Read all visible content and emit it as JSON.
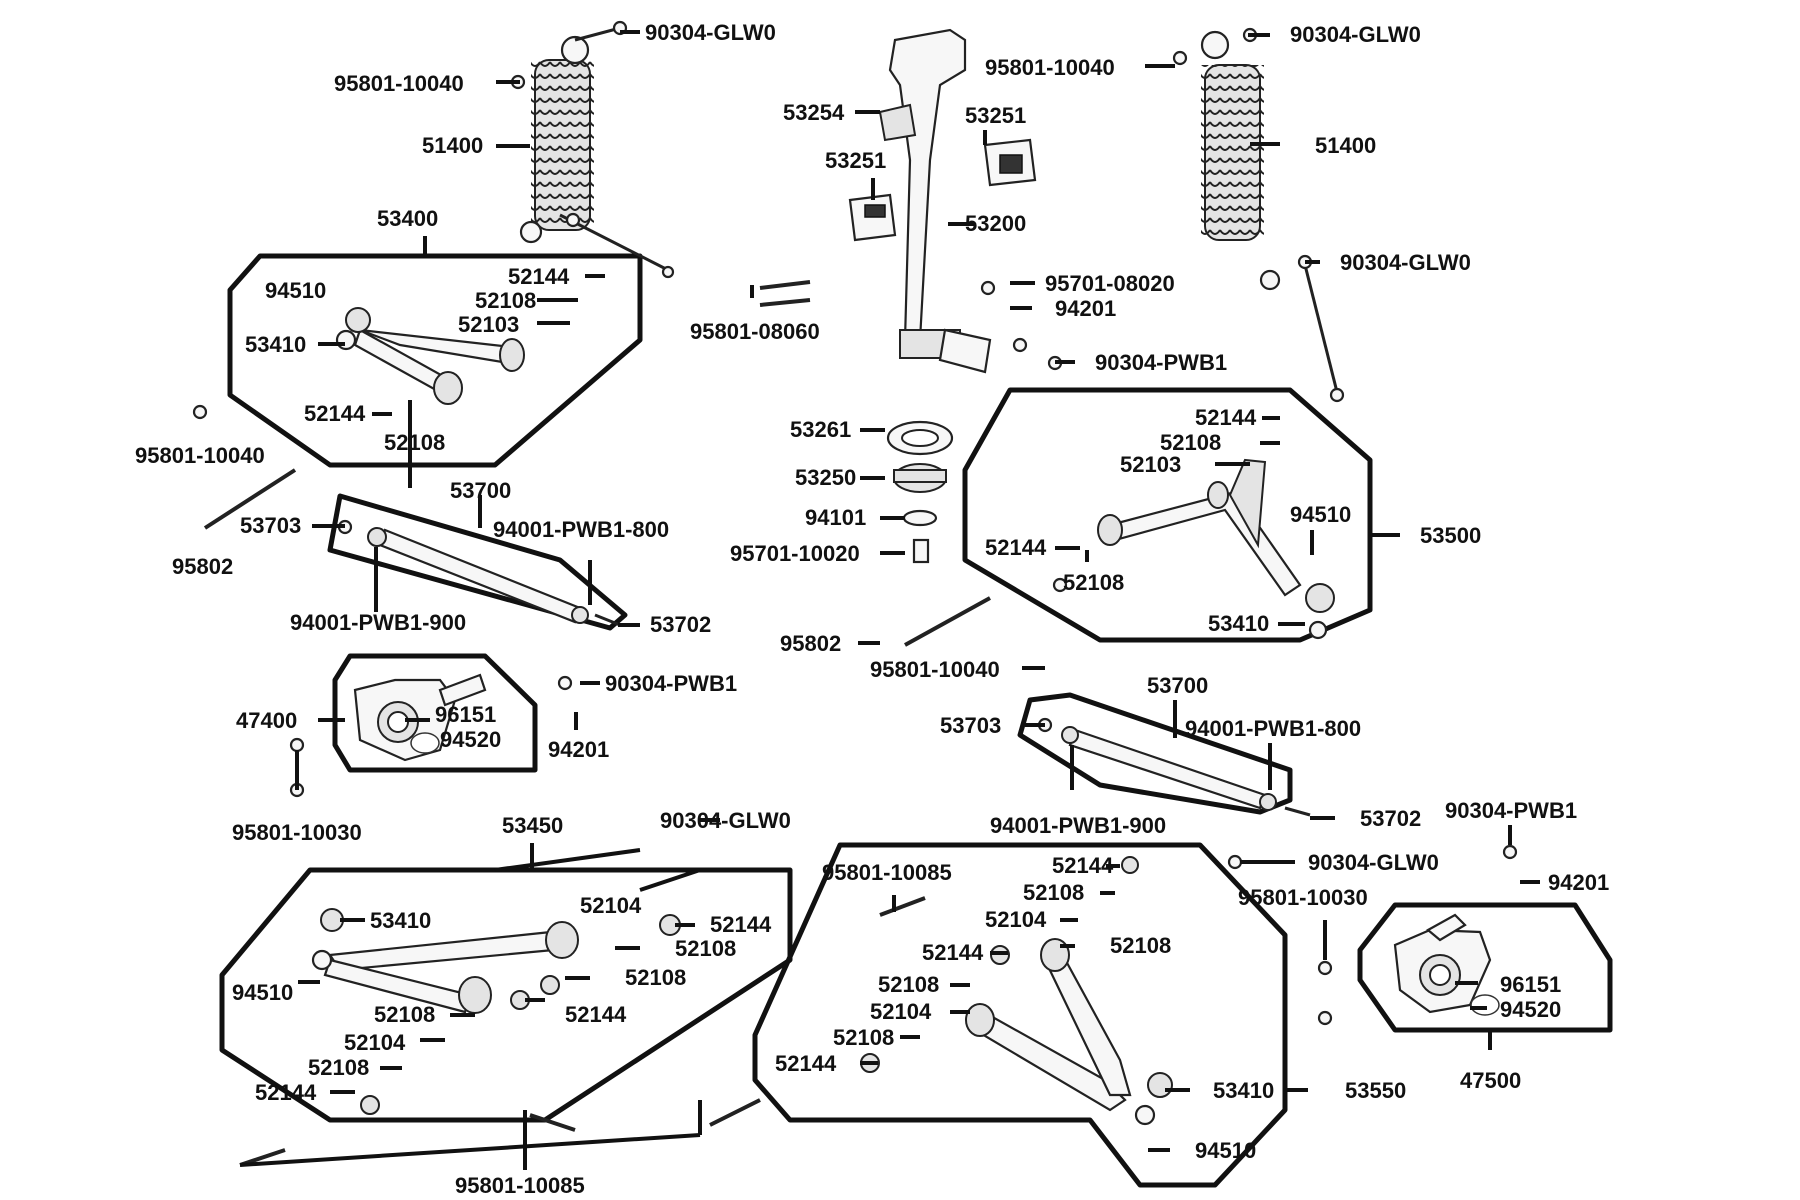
{
  "labels": {
    "l_90304glw0_a": "90304-GLW0",
    "l_95801_10040_a": "95801-10040",
    "l_51400_a": "51400",
    "l_53400": "53400",
    "l_94510_a": "94510",
    "l_52144_a": "52144",
    "l_52108_a": "52108",
    "l_52103_a": "52103",
    "l_53410_a": "53410",
    "l_52144_b": "52144",
    "l_52108_b": "52108",
    "l_95801_10040_b": "95801-10040",
    "l_53700_a": "53700",
    "l_53703_a": "53703",
    "l_94001pwb1800_a": "94001-PWB1-800",
    "l_95802_a": "95802",
    "l_94001pwb1900_a": "94001-PWB1-900",
    "l_53702_a": "53702",
    "l_47400": "47400",
    "l_96151_a": "96151",
    "l_94520_a": "94520",
    "l_90304pwb1_a": "90304-PWB1",
    "l_94201_a": "94201",
    "l_95801_10030_a": "95801-10030",
    "l_53450": "53450",
    "l_90304glw0_b": "90304-GLW0",
    "l_52104_a": "52104",
    "l_53410_b": "53410",
    "l_52144_c": "52144",
    "l_52108_c": "52108",
    "l_52108_d": "52108",
    "l_94510_b": "94510",
    "l_52108_e": "52108",
    "l_52144_d": "52144",
    "l_52104_b": "52104",
    "l_52108_f": "52108",
    "l_52144_e": "52144",
    "l_95801_10085_a": "95801-10085",
    "l_53254": "53254",
    "l_53251_a": "53251",
    "l_53251_b": "53251",
    "l_53200": "53200",
    "l_95701_08020": "95701-08020",
    "l_94201_b": "94201",
    "l_95801_08060": "95801-08060",
    "l_90304pwb1_b": "90304-PWB1",
    "l_53261": "53261",
    "l_53250": "53250",
    "l_94101": "94101",
    "l_95701_10020": "95701-10020",
    "l_95802_b": "95802",
    "l_95801_10040_c": "95801-10040",
    "l_95801_10040_d": "95801-10040",
    "l_90304glw0_c": "90304-GLW0",
    "l_51400_b": "51400",
    "l_90304glw0_d": "90304-GLW0",
    "l_52144_f": "52144",
    "l_52108_g": "52108",
    "l_52103_b": "52103",
    "l_94510_c": "94510",
    "l_53500": "53500",
    "l_52144_g": "52144",
    "l_52108_h": "52108",
    "l_53410_c": "53410",
    "l_53700_b": "53700",
    "l_53703_b": "53703",
    "l_94001pwb1800_b": "94001-PWB1-800",
    "l_94001pwb1900_b": "94001-PWB1-900",
    "l_53702_b": "53702",
    "l_90304pwb1_c": "90304-PWB1",
    "l_95801_10085_b": "95801-10085",
    "l_52144_h": "52144",
    "l_52108_i": "52108",
    "l_52104_c": "52104",
    "l_52108_j": "52108",
    "l_52144_i": "52144",
    "l_52108_k": "52108",
    "l_52104_d": "52104",
    "l_52108_l": "52108",
    "l_52144_j": "52144",
    "l_53410_d": "53410",
    "l_53550": "53550",
    "l_94510_d": "94510",
    "l_90304glw0_e": "90304-GLW0",
    "l_95801_10030_b": "95801-10030",
    "l_94201_c": "94201",
    "l_96151_b": "96151",
    "l_94520_b": "94520",
    "l_47500": "47500"
  }
}
